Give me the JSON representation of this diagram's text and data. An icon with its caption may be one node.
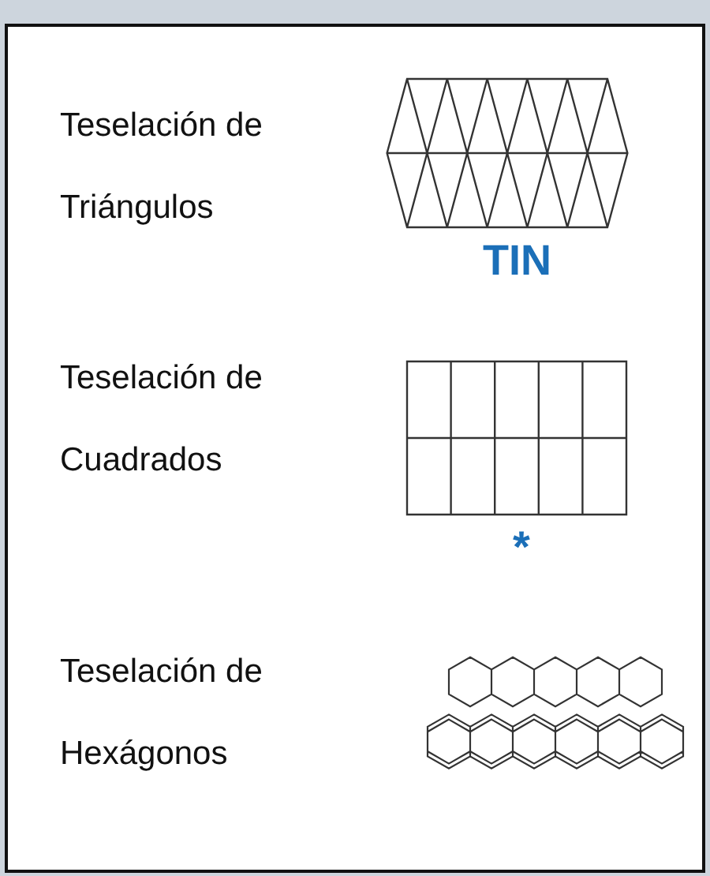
{
  "diagram": {
    "labels": [
      "Teselación de Triángulos",
      "TIN",
      "Teselación de Cuadrados",
      "*",
      "Teselación de Hexágonos"
    ]
  }
}
